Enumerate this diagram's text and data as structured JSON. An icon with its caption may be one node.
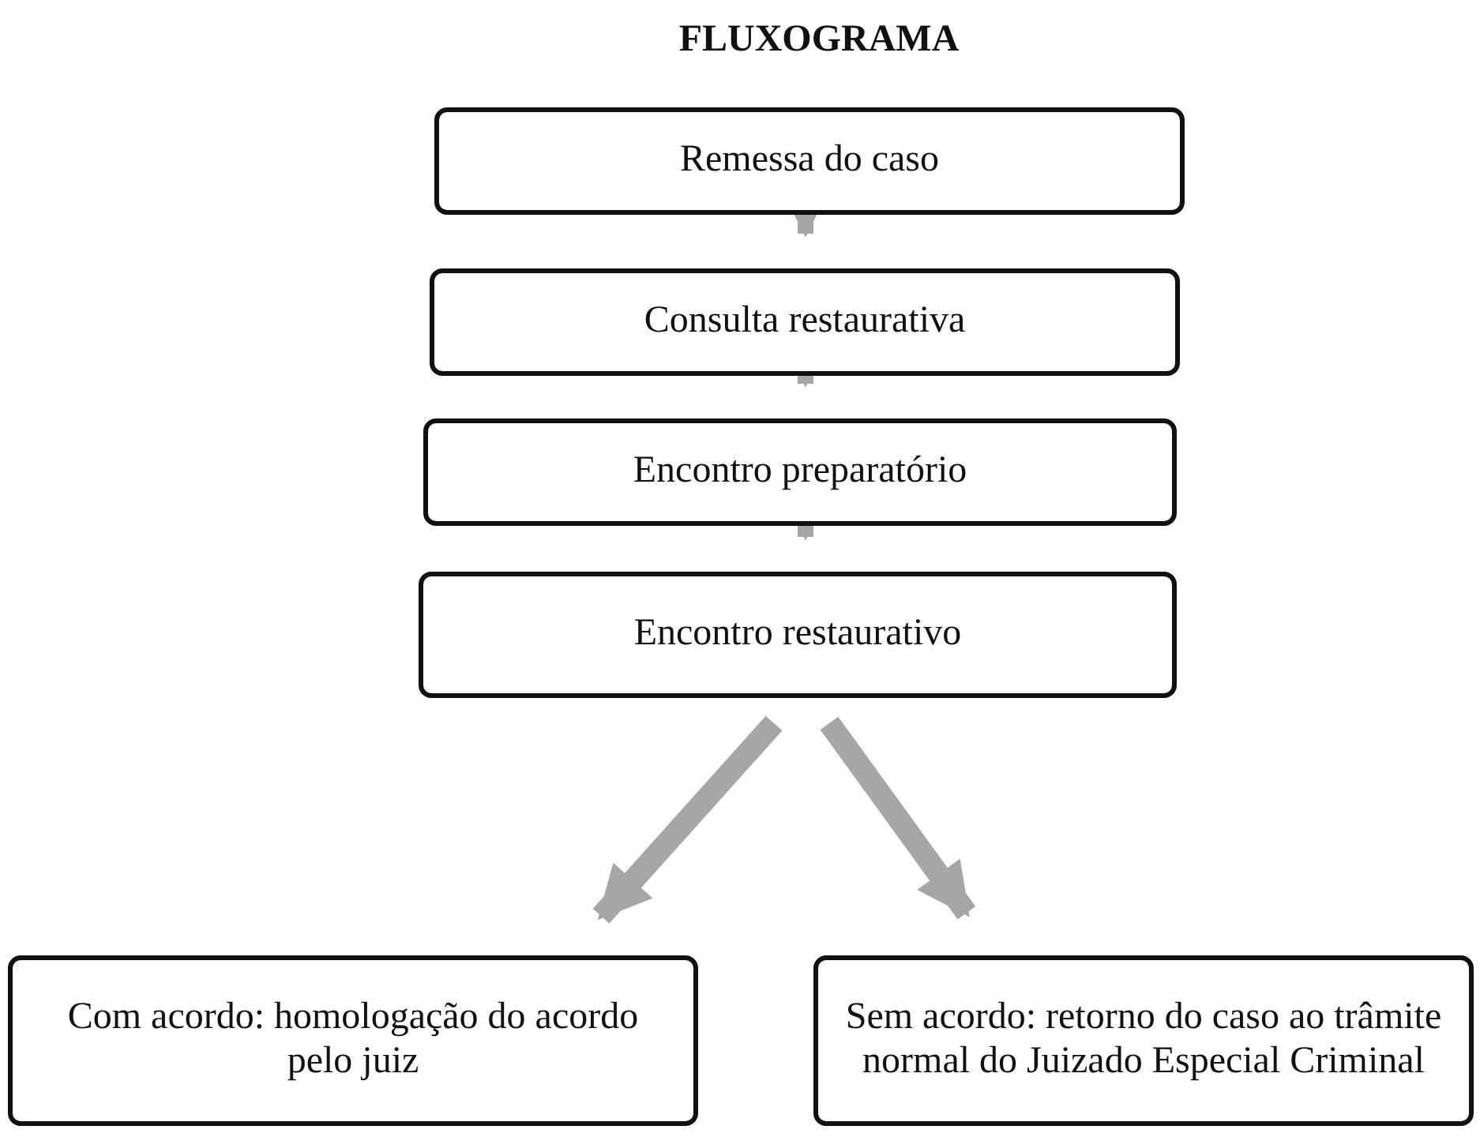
{
  "diagram": {
    "title": "FLUXOGRAMA",
    "nodes": [
      {
        "text": [
          "Remessa do caso"
        ]
      },
      {
        "text": [
          "Consulta restaurativa"
        ]
      },
      {
        "text": [
          "Encontro preparatório"
        ]
      },
      {
        "text": [
          "Encontro restaurativo"
        ]
      },
      {
        "text": [
          "Com acordo: homologação do acordo pelo juiz"
        ]
      },
      {
        "text": [
          "Sem acordo: retorno do caso ao trâmite normal do Juizado Especial Criminal"
        ]
      }
    ],
    "edges": [
      {
        "from": 0,
        "to": 1,
        "arrow": "to"
      },
      {
        "from": 1,
        "to": 2,
        "arrow": "to"
      },
      {
        "from": 2,
        "to": 3,
        "arrow": "to"
      },
      {
        "from": 3,
        "to": 4,
        "arrow": "to"
      },
      {
        "from": 3,
        "to": 5,
        "arrow": "to"
      }
    ]
  }
}
